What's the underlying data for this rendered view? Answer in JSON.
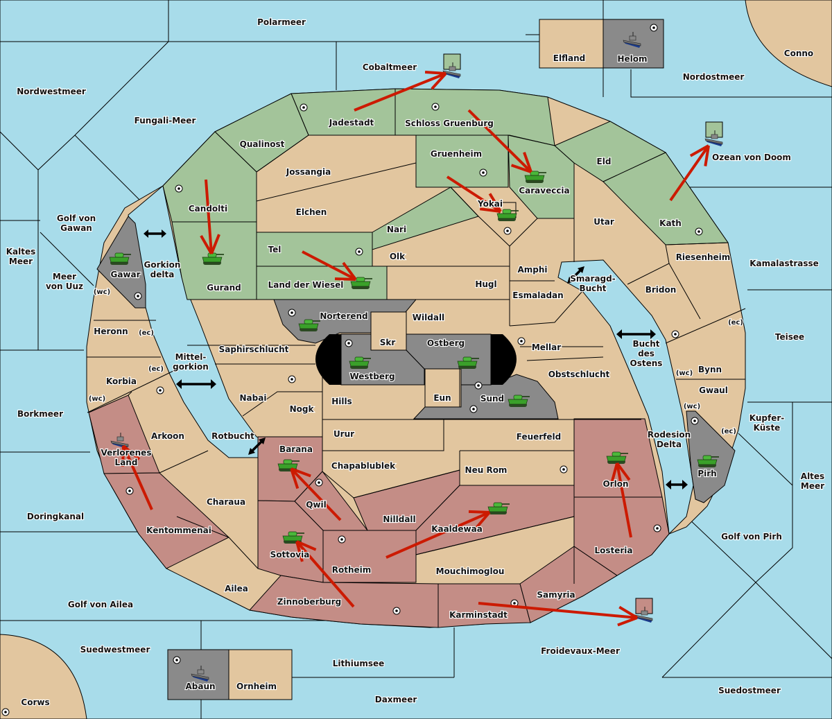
{
  "map": {
    "colors": {
      "sea": "#a8dcea",
      "neutral": "#e2c69f",
      "power_green": "#a3c49a",
      "power_red": "#c48d86",
      "power_grey": "#8a8a8a",
      "order_arrow": "#cc1a00",
      "tank": "#3aa02a"
    },
    "seas": [
      "Polarmeer",
      "Cobaltmeer",
      "Nordwestmeer",
      "Fungali-Meer",
      "Nordostmeer",
      "Ozean von Doom",
      "Golf von Gawan",
      "Kaltes Meer",
      "Meer von Uuz",
      "Gorkion delta",
      "Mittel- gorkion",
      "Rotbucht",
      "Smaragd- Bucht",
      "Bucht des Ostens",
      "Kamalastrasse",
      "Teisee",
      "Kupfer- Küste",
      "Altes Meer",
      "Rodesion Delta",
      "Golf von Pirh",
      "Borkmeer",
      "Doringkanal",
      "Golf von Ailea",
      "Suedwestmeer",
      "Lithiumsee",
      "Daxmeer",
      "Froidevaux-Meer",
      "Suedostmeer"
    ],
    "provinces": {
      "green": [
        "Jadestadt",
        "Schloss Gruenburg",
        "Qualinost",
        "Candolti",
        "Gurand",
        "Tel",
        "Land der Wiesel",
        "Gruenheim",
        "Caraveccia",
        "Nari",
        "Eld",
        "Kath"
      ],
      "red": [
        "Verlorenes Land",
        "Kentommenai",
        "Barana",
        "Qwil",
        "Sottovia",
        "Rotheim",
        "Nilldall",
        "Kaaldewaa",
        "Zinnoberburg",
        "Karminstadt",
        "Samyria",
        "Losteria",
        "Orlon"
      ],
      "grey": [
        "Gawar",
        "Norterend",
        "Westberg",
        "Ostberg",
        "Sund",
        "Pirh",
        "Helom",
        "Abaun"
      ],
      "neutral": [
        "Elfland",
        "Conno",
        "Corws",
        "Ornheim",
        "Jossangia",
        "Elchen",
        "Olk",
        "Hugl",
        "Yokai",
        "Utar",
        "Amphi",
        "Esmaladan",
        "Wildall",
        "Skr",
        "Mellar",
        "Obstschlucht",
        "Eun",
        "Hills",
        "Nogk",
        "Nabai",
        "Saphirschlucht",
        "Heronn",
        "Korbia",
        "Arkoon",
        "Charaua",
        "Ailea",
        "Urur",
        "Feuerfeld",
        "Chapablublek",
        "Neu Rom",
        "Mouchimoglou",
        "Riesenheim",
        "Bridon",
        "Bynn",
        "Gwaul"
      ]
    },
    "coast_tags": {
      "wc": "(wc)",
      "ec": "(ec)"
    },
    "units": [
      {
        "type": "fleet",
        "power": "neutral-grey",
        "location": "Helom"
      },
      {
        "type": "fleet",
        "power": "grey",
        "location": "Abaun"
      },
      {
        "type": "fleet",
        "power": "red",
        "location": "Verlorenes Land"
      },
      {
        "type": "fleet",
        "power": "green",
        "location": "Cobaltmeer",
        "dislodged_marker": true
      },
      {
        "type": "fleet",
        "power": "green",
        "location": "Ozean von Doom",
        "dislodged_marker": true
      },
      {
        "type": "fleet",
        "power": "red",
        "location": "Froidevaux-Meer",
        "dislodged_marker": true
      },
      {
        "type": "army",
        "location": "Gawar"
      },
      {
        "type": "army",
        "location": "Gurand"
      },
      {
        "type": "army",
        "location": "Land der Wiesel"
      },
      {
        "type": "army",
        "location": "Caraveccia"
      },
      {
        "type": "army",
        "location": "Yokai"
      },
      {
        "type": "army",
        "location": "Norterend"
      },
      {
        "type": "army",
        "location": "Westberg"
      },
      {
        "type": "army",
        "location": "Ostberg"
      },
      {
        "type": "army",
        "location": "Sund"
      },
      {
        "type": "army",
        "location": "Barana"
      },
      {
        "type": "army",
        "location": "Sottovia"
      },
      {
        "type": "army",
        "location": "Kaaldewaa"
      },
      {
        "type": "army",
        "location": "Orlon"
      },
      {
        "type": "army",
        "location": "Pirh"
      }
    ],
    "orders": [
      {
        "from": "Jadestadt",
        "to": "Cobaltmeer"
      },
      {
        "from": "Schloss Gruenburg",
        "to": "Caraveccia"
      },
      {
        "from": "Gruenheim",
        "to": "Yokai"
      },
      {
        "from": "Kath",
        "to": "Ozean von Doom"
      },
      {
        "from": "Candolti",
        "to": "Gurand"
      },
      {
        "from": "Tel",
        "to": "Land der Wiesel"
      },
      {
        "from": "Kentommenai",
        "to": "Verlorenes Land"
      },
      {
        "from": "Qwil",
        "to": "Barana"
      },
      {
        "from": "Zinnoberburg",
        "to": "Sottovia"
      },
      {
        "from": "Rotheim",
        "to": "Kaaldewaa"
      },
      {
        "from": "Losteria",
        "to": "Orlon"
      },
      {
        "from": "Karminstadt",
        "to": "Froidevaux-Meer"
      }
    ]
  }
}
